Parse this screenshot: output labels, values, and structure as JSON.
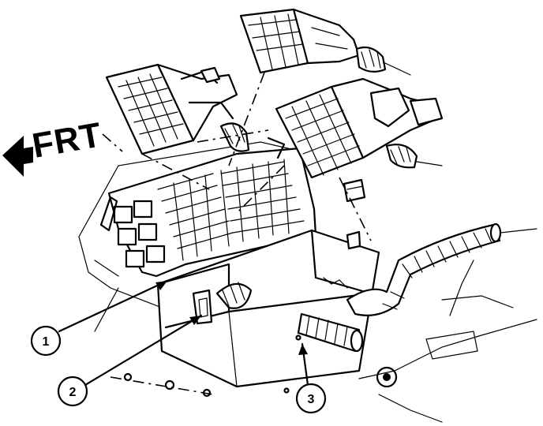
{
  "diagram": {
    "direction_label": "FRT",
    "callouts": [
      {
        "number": "1"
      },
      {
        "number": "2"
      },
      {
        "number": "3"
      }
    ]
  }
}
